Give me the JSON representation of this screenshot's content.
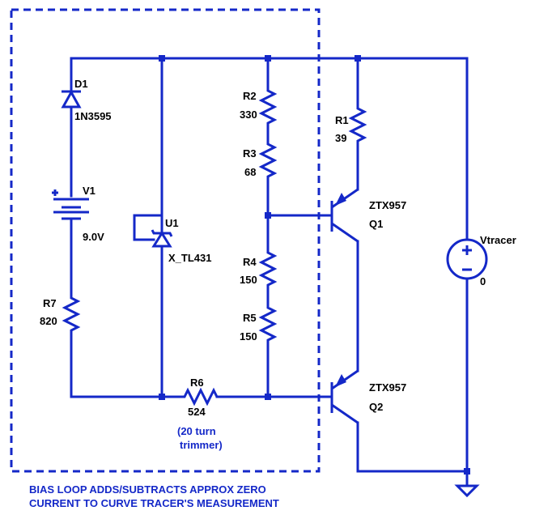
{
  "components": {
    "d1": {
      "ref": "D1",
      "value": "1N3595"
    },
    "v1": {
      "ref": "V1",
      "value": "9.0V"
    },
    "r7": {
      "ref": "R7",
      "value": "820"
    },
    "u1": {
      "ref": "U1",
      "value": "X_TL431"
    },
    "r2": {
      "ref": "R2",
      "value": "330"
    },
    "r3": {
      "ref": "R3",
      "value": "68"
    },
    "r4": {
      "ref": "R4",
      "value": "150"
    },
    "r5": {
      "ref": "R5",
      "value": "150"
    },
    "r1": {
      "ref": "R1",
      "value": "39"
    },
    "r6": {
      "ref": "R6",
      "value": "524"
    },
    "q1": {
      "ref": "Q1",
      "model": "ZTX957"
    },
    "q2": {
      "ref": "Q2",
      "model": "ZTX957"
    },
    "vtracer": {
      "ref": "Vtracer",
      "value": "0"
    }
  },
  "notes": {
    "trimmer_line1": "(20 turn",
    "trimmer_line2": "trimmer)",
    "bias_line1": "BIAS LOOP ADDS/SUBTRACTS APPROX ZERO",
    "bias_line2": "CURRENT TO CURVE TRACER'S MEASUREMENT"
  },
  "colors": {
    "wire": "#1428c8",
    "label": "#000000",
    "note": "#1428c8"
  }
}
